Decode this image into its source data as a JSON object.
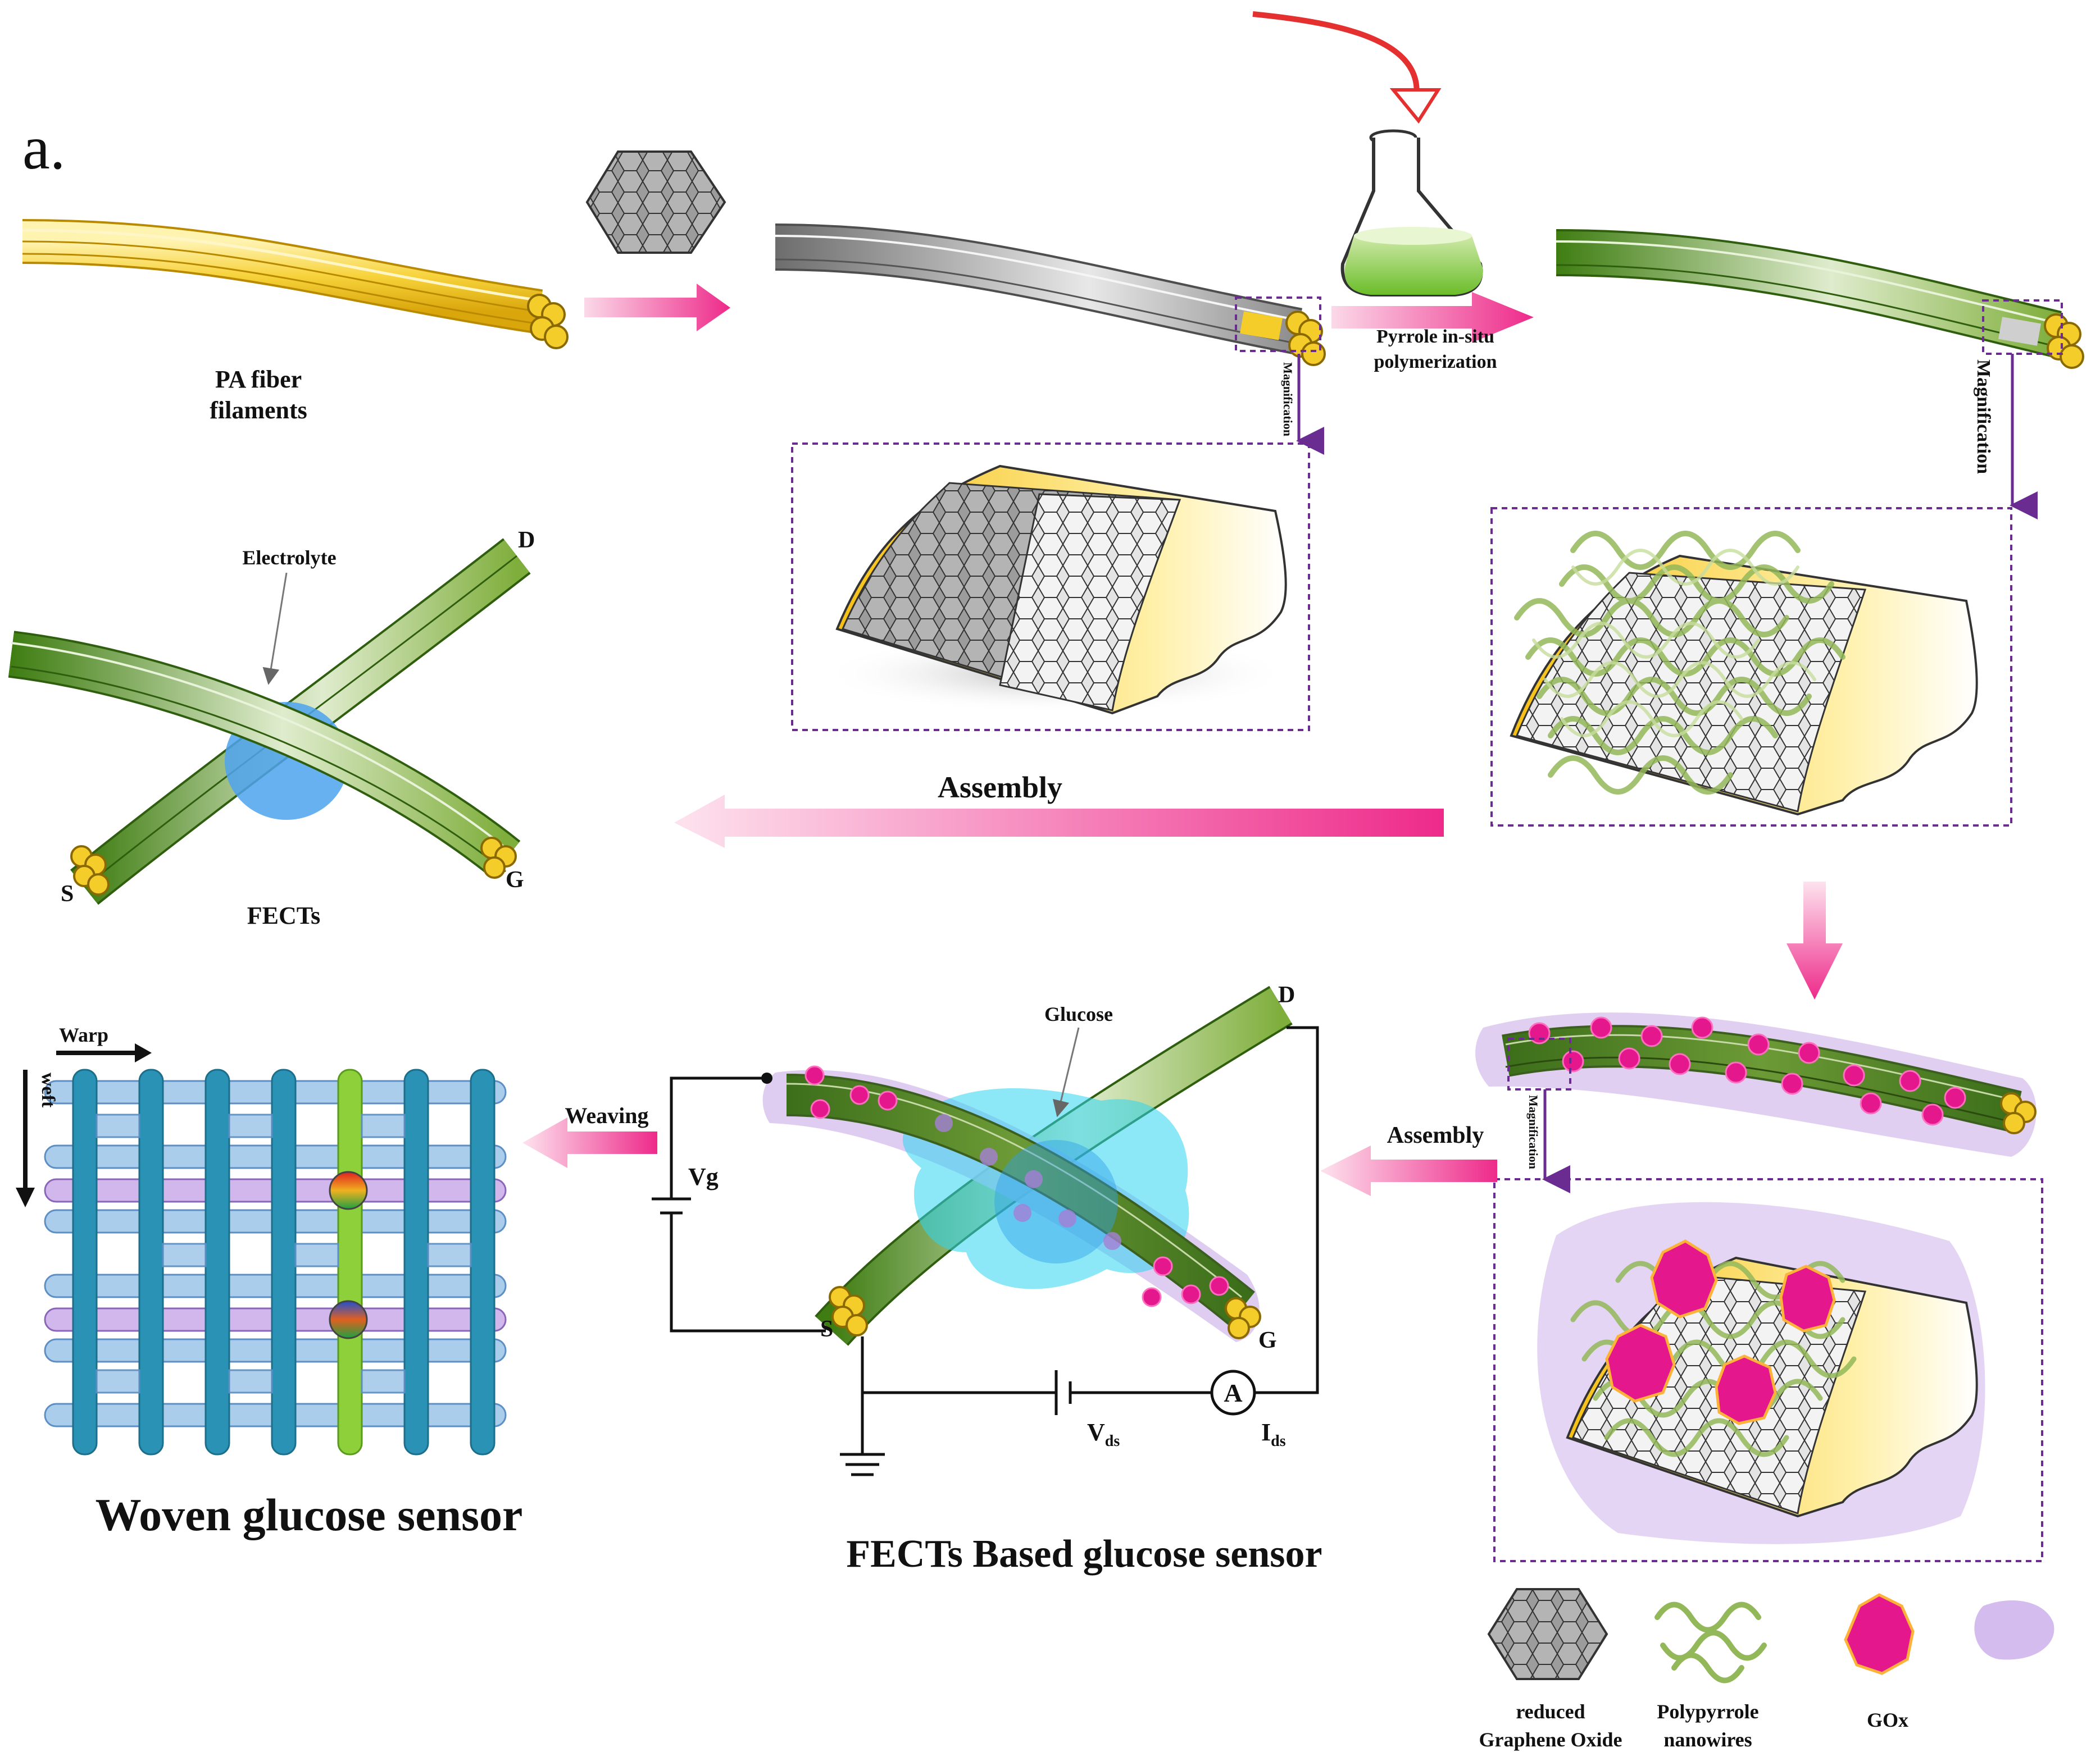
{
  "panel_label": "a.",
  "labels": {
    "pa_fiber_line1": "PA fiber",
    "pa_fiber_line2": "filaments",
    "pyrrole_line1": "Pyrrole in-situ",
    "pyrrole_line2": "polymerization",
    "magnification_small": "Magnification",
    "magnification_large": "Magnification",
    "magnification_gox": "Magnification",
    "electrolyte": "Electrolyte",
    "terminal_d": "D",
    "terminal_s": "S",
    "terminal_g": "G",
    "fects": "FECTs",
    "assembly_top": "Assembly",
    "assembly_mid": "Assembly",
    "glucose": "Glucose",
    "weaving": "Weaving",
    "vg": "Vg",
    "vds_main": "V",
    "vds_sub": "ds",
    "ids_main": "I",
    "ids_sub": "ds",
    "ammeter": "A",
    "warp": "Warp",
    "weft": "weft",
    "woven_title": "Woven glucose sensor",
    "fects_title": "FECTs Based glucose sensor"
  },
  "legend": [
    {
      "line1": "reduced",
      "line2": "Graphene Oxide"
    },
    {
      "line1": "Polypyrrole",
      "line2": "nanowires"
    },
    {
      "line1": "GOx",
      "line2": ""
    },
    {
      "line1": "",
      "line2": ""
    }
  ],
  "colors": {
    "pa_fiber": "#f2c623",
    "go_fiber": "#9a9a9a",
    "ppy_fiber": "#5a9a22",
    "arrow_pink": "#ef3f95",
    "magnification_purple": "#6a2c91",
    "electrolyte_blue": "#4ea3ee",
    "glucose_cyan": "#2ed6f0",
    "gox_magenta": "#e4178c",
    "membrane_lilac": "#c9a5e6"
  }
}
